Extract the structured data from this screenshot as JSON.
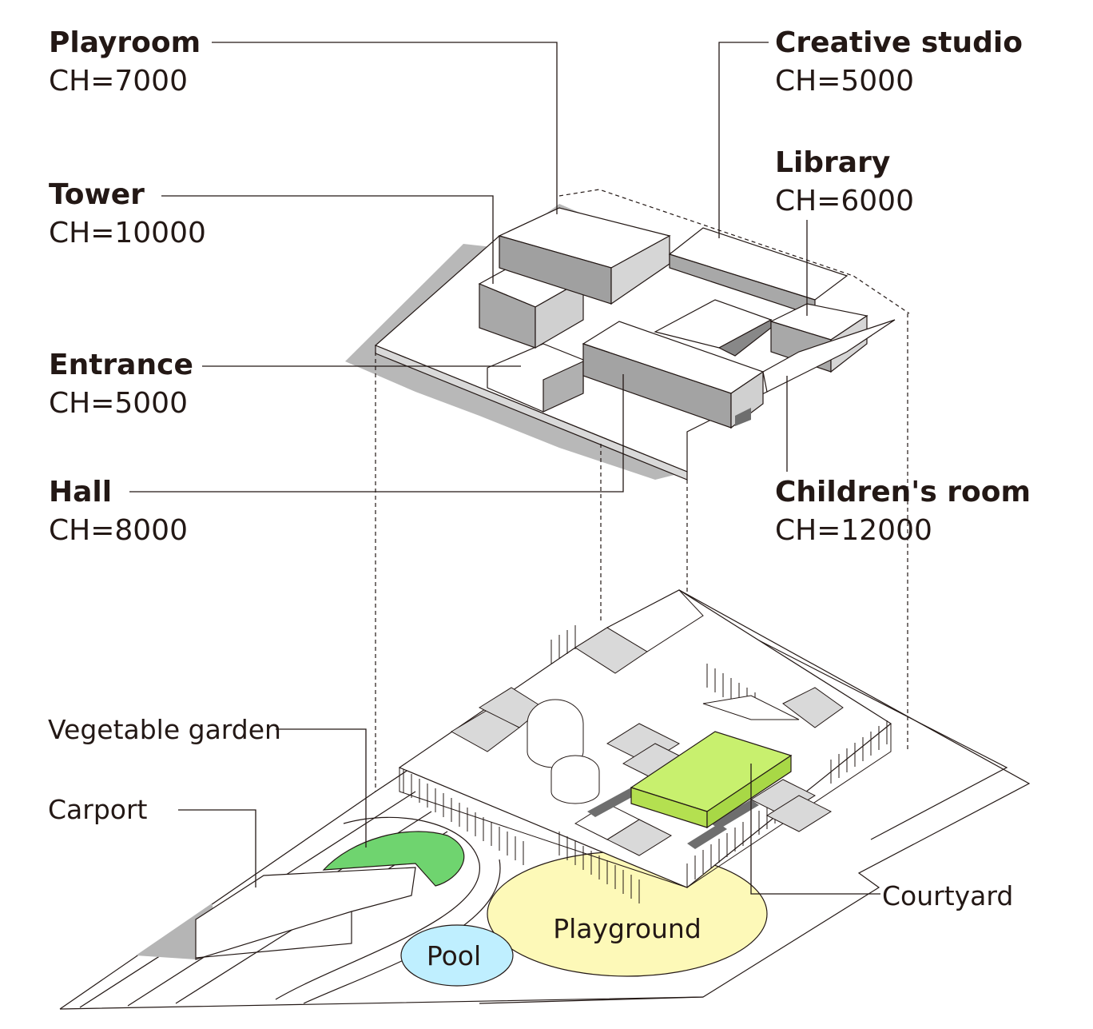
{
  "rooms": {
    "playroom": {
      "name": "Playroom",
      "ch": "CH=7000"
    },
    "tower": {
      "name": "Tower",
      "ch": "CH=10000"
    },
    "entrance": {
      "name": "Entrance",
      "ch": "CH=5000"
    },
    "hall": {
      "name": "Hall",
      "ch": "CH=8000"
    },
    "creative_studio": {
      "name": "Creative studio",
      "ch": "CH=5000"
    },
    "library": {
      "name": "Library",
      "ch": "CH=6000"
    },
    "childrens_room": {
      "name": "Children's room",
      "ch": "CH=12000"
    }
  },
  "site": {
    "vegetable_garden": "Vegetable garden",
    "carport": "Carport",
    "courtyard": "Courtyard",
    "playground": "Playground",
    "pool": "Pool"
  },
  "colors": {
    "courtyard_fill": "#c8f06e",
    "garden_fill": "#6fd46f",
    "playground_fill": "#fdf9b8",
    "pool_fill": "#bfefff",
    "shadow": "#b5b5b5",
    "line": "#231815"
  }
}
